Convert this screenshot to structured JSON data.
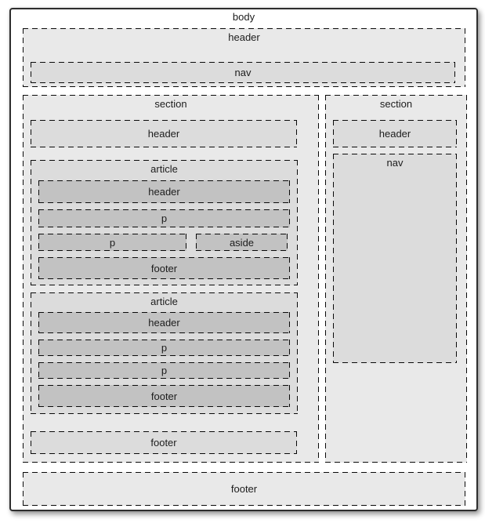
{
  "diagram": {
    "body_label": "body",
    "header": {
      "label": "header",
      "nav_label": "nav"
    },
    "left_section": {
      "label": "section",
      "header_label": "header",
      "articles": [
        {
          "label": "article",
          "header_label": "header",
          "p1_label": "p",
          "p2_label": "p",
          "aside_label": "aside",
          "footer_label": "footer"
        },
        {
          "label": "article",
          "header_label": "header",
          "p1_label": "p",
          "p2_label": "p",
          "footer_label": "footer"
        }
      ],
      "footer_label": "footer"
    },
    "right_section": {
      "label": "section",
      "header_label": "header",
      "nav_label": "nav"
    },
    "footer_label": "footer"
  },
  "colors": {
    "page_bg": "#ffffff",
    "body_border": "#2e2e2e",
    "dash": "#0a0a0a",
    "level1_fill": "#e9e9e9",
    "level2_fill": "#dcdcdc",
    "level3_fill": "#c2c2c2",
    "label_text": "#1c1c1c"
  }
}
